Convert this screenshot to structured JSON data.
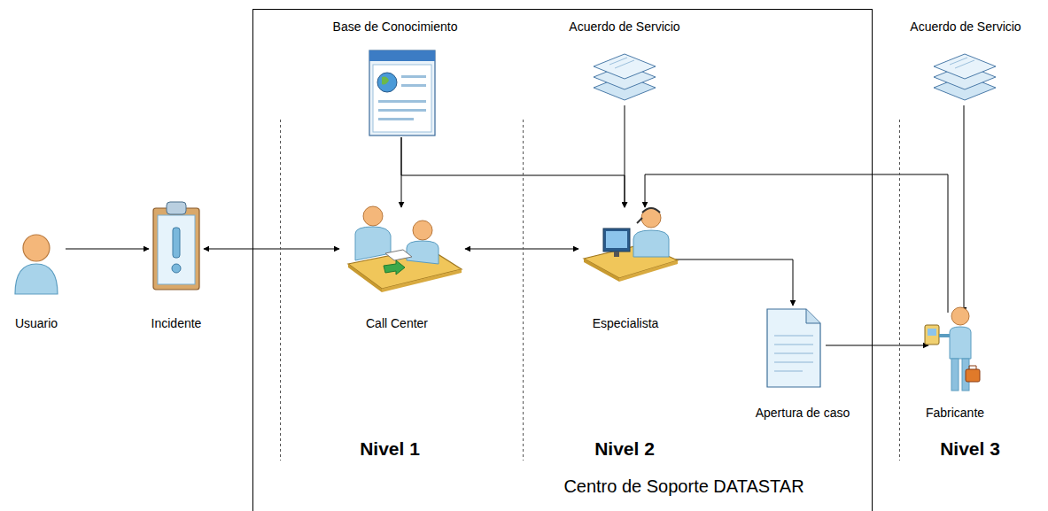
{
  "diagram": {
    "nodes": [
      {
        "text": [
          "Usuario"
        ]
      },
      {
        "text": [
          "Incidente"
        ]
      },
      {
        "text": [
          "Centro de Soporte DATASTAR"
        ]
      },
      {
        "text": [
          "Base de Conocimiento"
        ],
        "in": 2
      },
      {
        "text": [
          "Acuerdo de Servicio"
        ],
        "in": 2
      },
      {
        "text": [
          "Call Center"
        ],
        "in": 2
      },
      {
        "text": [
          "Especialista"
        ],
        "in": 2
      },
      {
        "text": [
          "Apertura de caso"
        ],
        "in": 2
      },
      {
        "text": [
          "Acuerdo de Servicio"
        ]
      },
      {
        "text": [
          "Fabricante"
        ]
      }
    ],
    "edges": [
      {
        "from": 0,
        "to": 1,
        "arrow": "to"
      },
      {
        "from": 1,
        "to": 5,
        "arrow": "both"
      },
      {
        "from": 5,
        "to": 6,
        "arrow": "both"
      },
      {
        "from": 3,
        "to": 5,
        "arrow": "to"
      },
      {
        "from": 3,
        "to": 6,
        "arrow": "to"
      },
      {
        "from": 4,
        "to": 6,
        "arrow": "to"
      },
      {
        "from": 6,
        "to": 7,
        "arrow": "to"
      },
      {
        "from": 7,
        "to": 9,
        "arrow": "to"
      },
      {
        "from": 8,
        "to": 9,
        "arrow": "to"
      },
      {
        "from": 9,
        "to": 6,
        "arrow": "to"
      }
    ],
    "labels": [
      "Nivel 1",
      "Nivel 2",
      "Nivel 3"
    ]
  }
}
